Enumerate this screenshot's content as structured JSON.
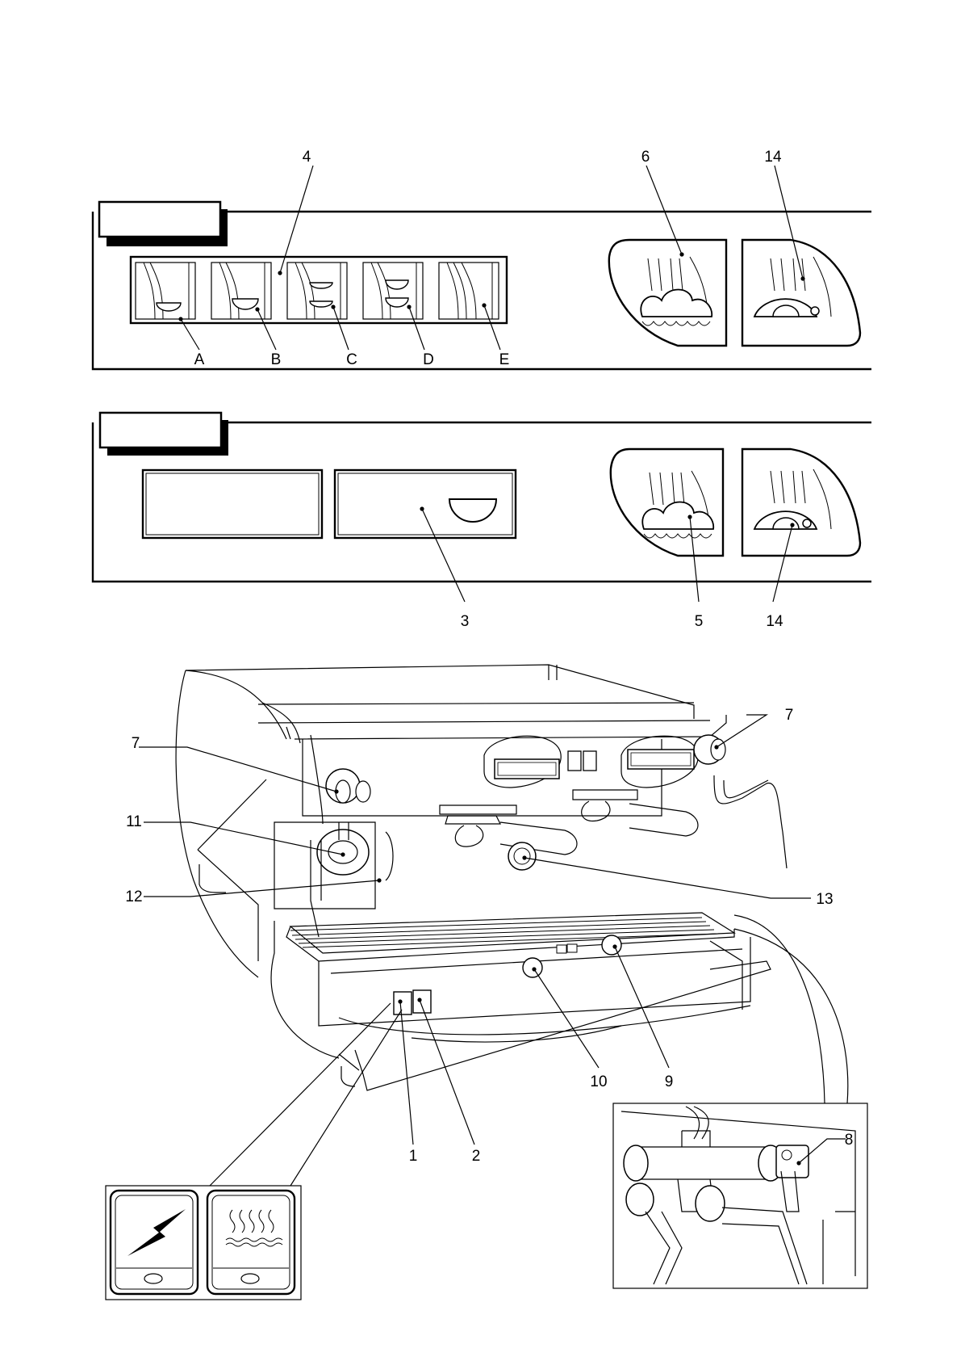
{
  "panel_a": {
    "callouts": [
      "4",
      "6",
      "14"
    ],
    "buttons": [
      "A",
      "B",
      "C",
      "D",
      "E"
    ]
  },
  "panel_b": {
    "callouts": [
      "3",
      "5",
      "14"
    ]
  },
  "machine": {
    "callouts": [
      "7",
      "7",
      "11",
      "12",
      "13",
      "10",
      "9",
      "1",
      "2",
      "8"
    ]
  },
  "icons": [
    "power-switch-icon",
    "heating-switch-icon",
    "steam-button-icon",
    "hot-water-button-icon",
    "coffee-dose-icon"
  ]
}
